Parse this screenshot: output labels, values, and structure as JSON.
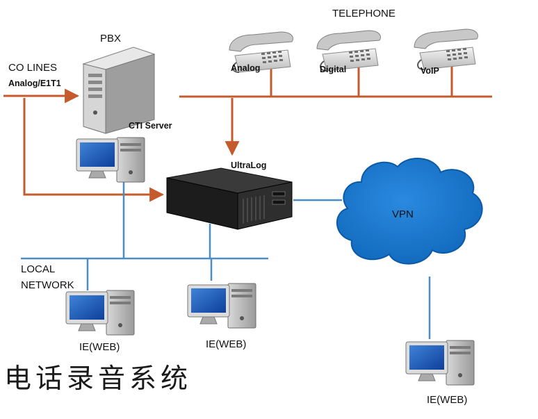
{
  "labels": {
    "telephone": "TELEPHONE",
    "pbx": "PBX",
    "co_lines": "CO LINES",
    "analog_e1t1": "Analog/E1T1",
    "phone_analog": "Analog",
    "phone_digital": "Digital",
    "phone_voip": "VoIP",
    "cti_server": "CTI Server",
    "ultralog": "UltraLog",
    "vpn": "VPN",
    "local": "LOCAL",
    "network": "NETWORK",
    "client1": "IE(WEB)",
    "client2": "IE(WEB)",
    "client3": "IE(WEB)"
  },
  "title": "电话录音系统",
  "colors": {
    "line_orange": "#c65a2c",
    "line_blue": "#4a8cc4",
    "cloud_blue": "#1a76c8",
    "cloud_edge": "#0b5aa8"
  }
}
